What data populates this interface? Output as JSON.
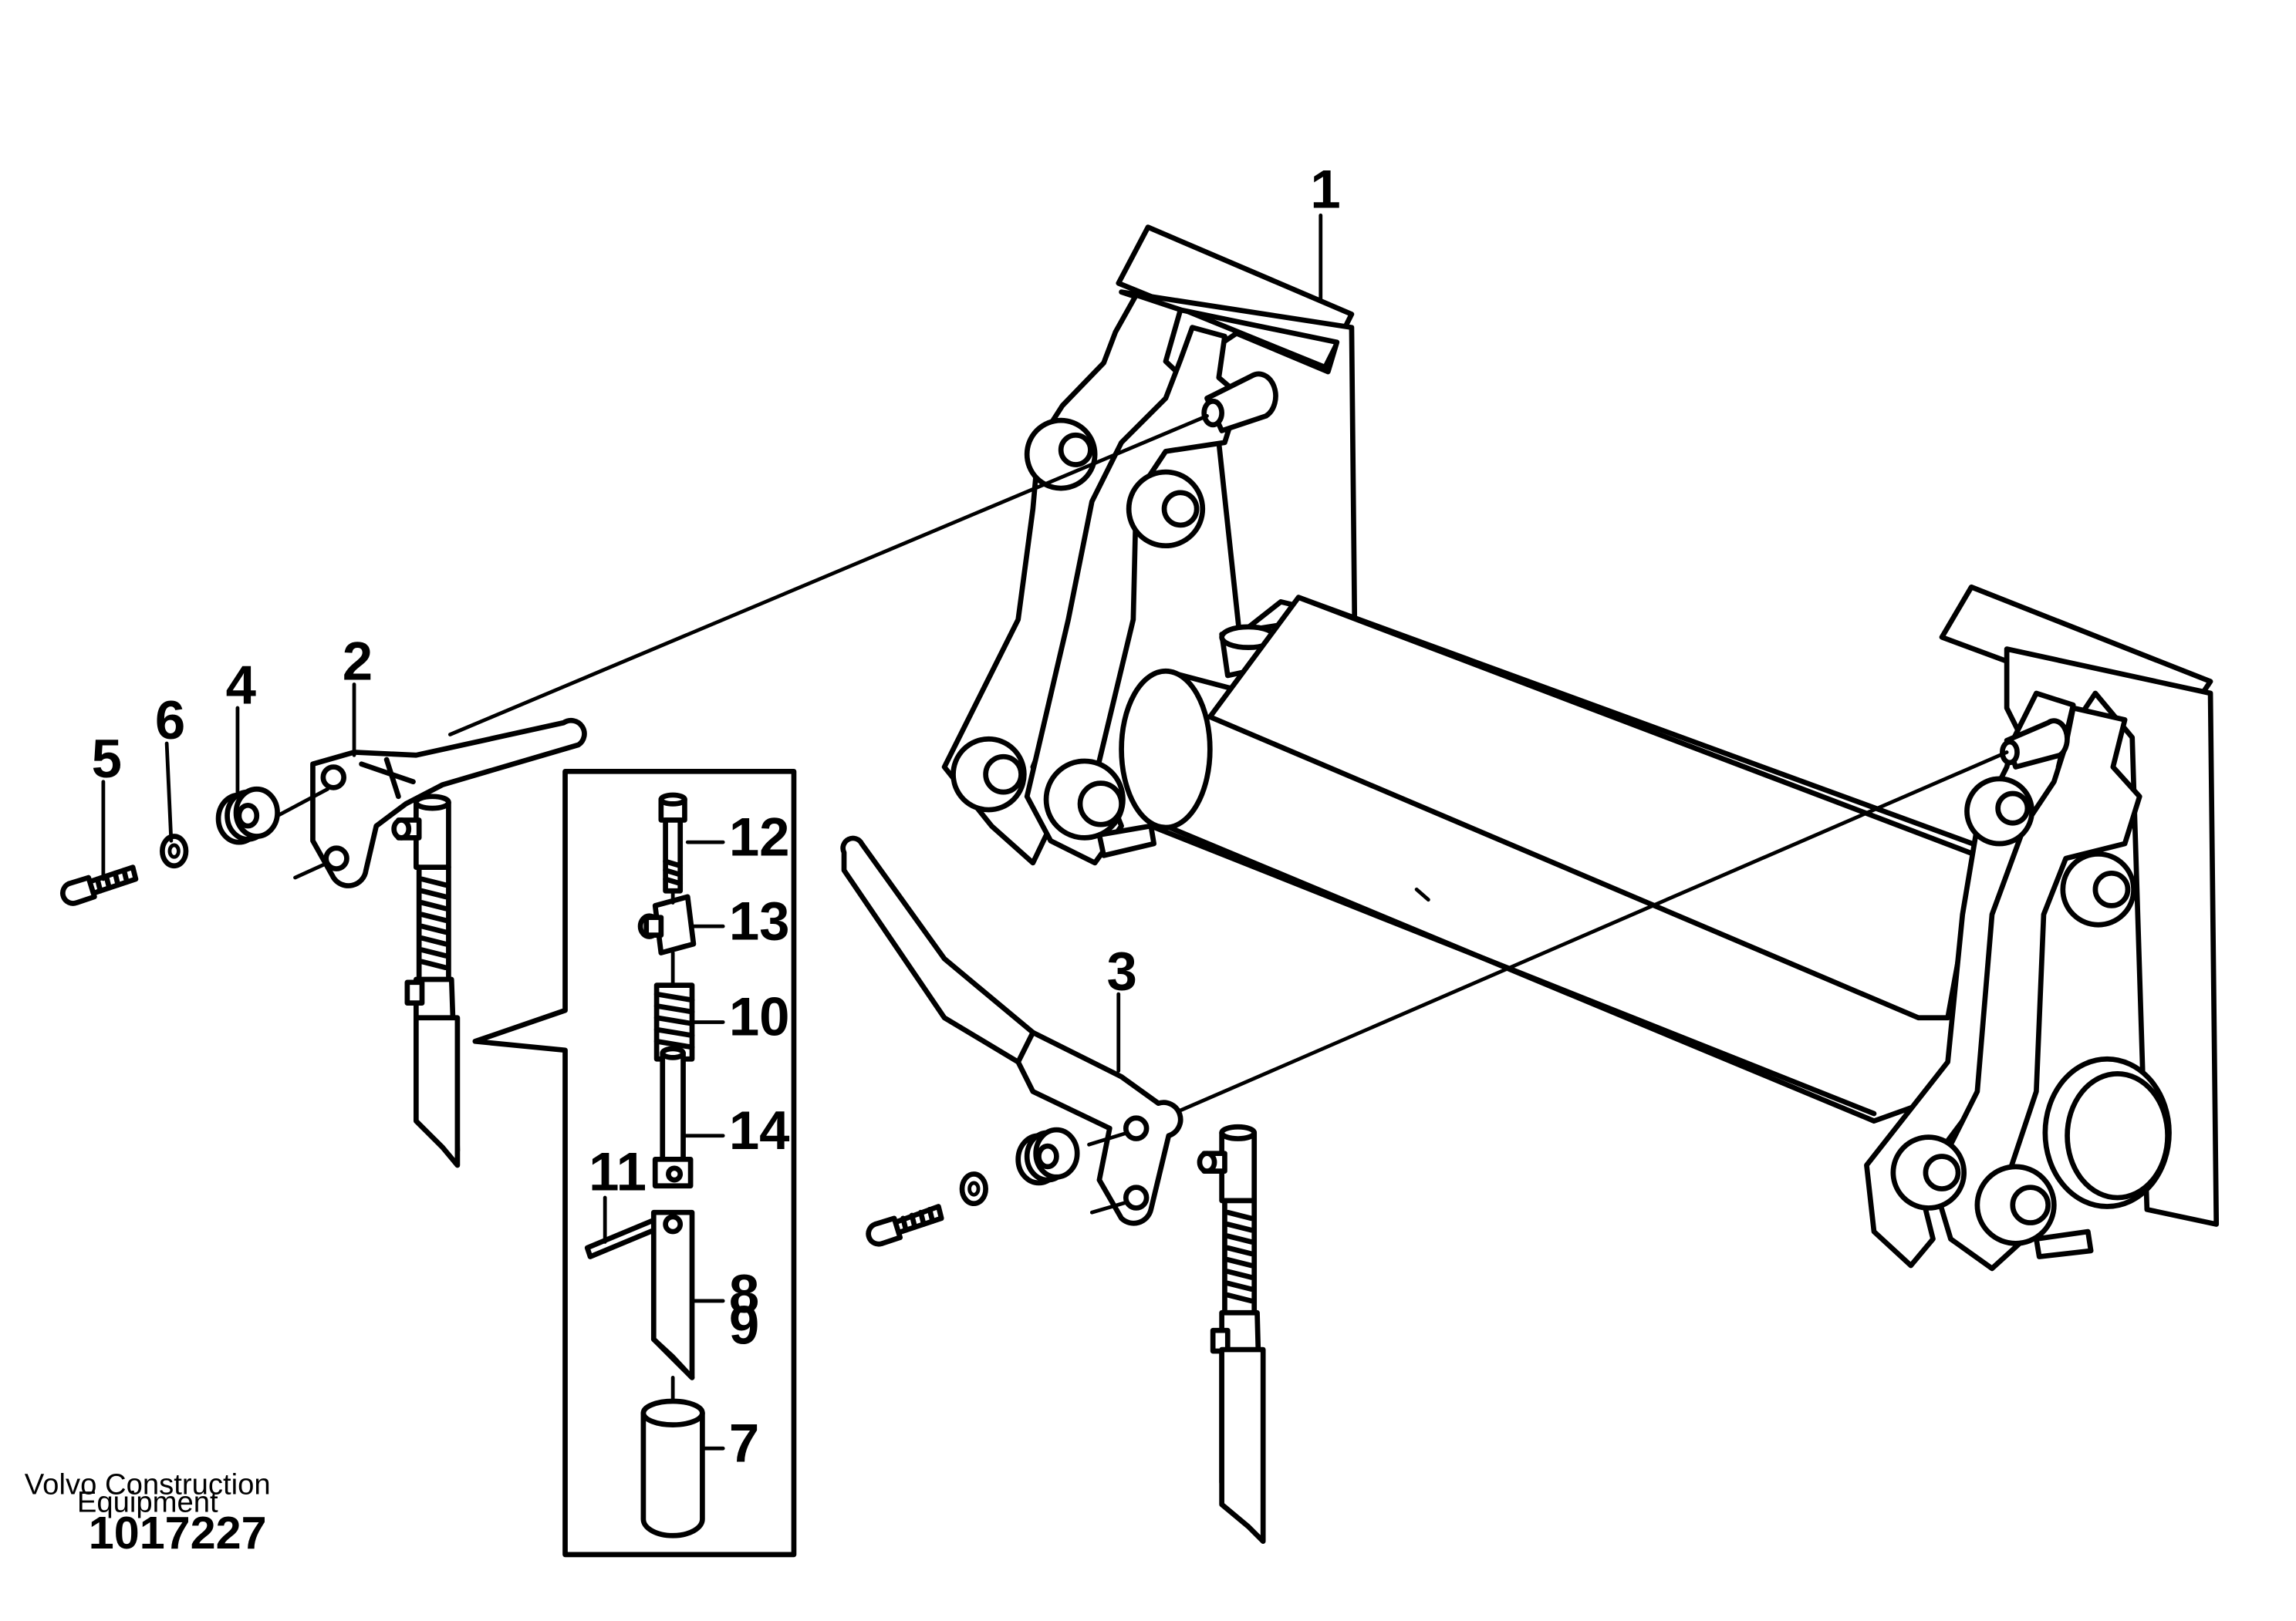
{
  "callouts": {
    "c1": "1",
    "c2": "2",
    "c3": "3",
    "c4": "4",
    "c5": "5",
    "c6": "6",
    "c7": "7",
    "c8": "8",
    "c9": "9",
    "c10": "10",
    "c11": "11",
    "c12": "12",
    "c13": "13",
    "c14": "14"
  },
  "footer": {
    "brand_line1": "Volvo Construction",
    "brand_line2": "Equipment",
    "drawing_number": "1017227"
  }
}
